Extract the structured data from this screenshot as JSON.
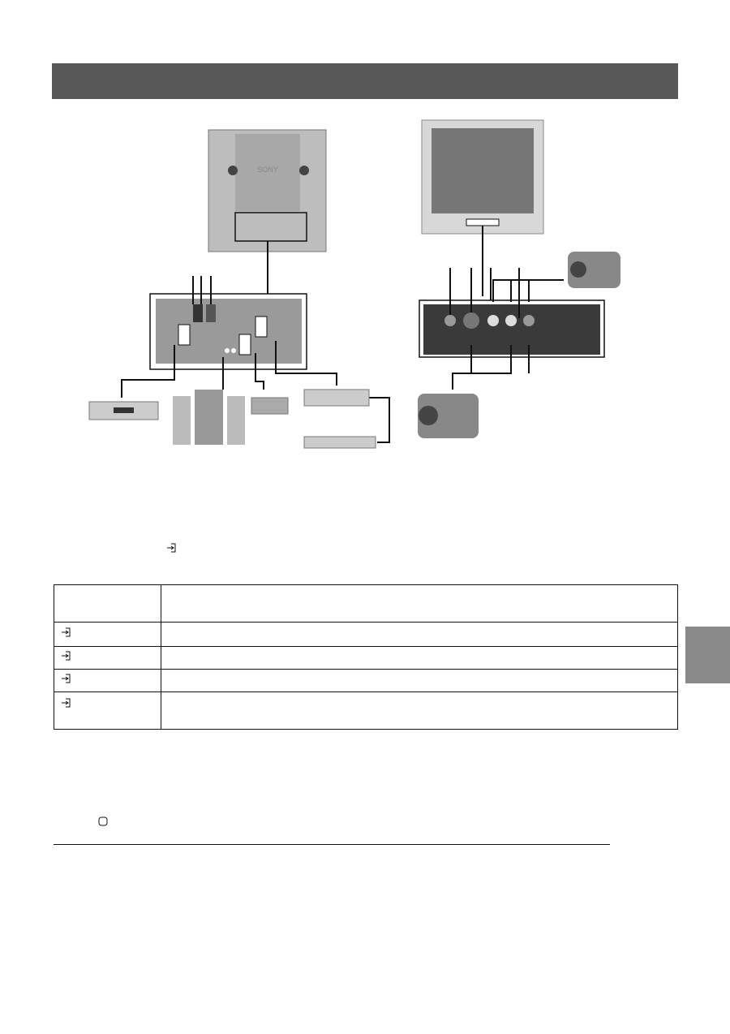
{
  "header": {
    "color": "#585858"
  },
  "side_tab": {
    "color": "#8a8a8a"
  },
  "diagram_left": {
    "brand_logo": "SONY",
    "devices": [
      "vcr",
      "hifi-system",
      "game-console",
      "decoder",
      "dvd-player"
    ]
  },
  "diagram_right": {
    "devices": [
      "camcorder-top",
      "camcorder-bottom"
    ],
    "front_panel_icons": [
      "headphones-icon",
      "s-video-icon",
      "video-input-icon",
      "audio-input-icon",
      "program-icon"
    ]
  },
  "inline_icons": [
    "input-icon",
    "tv-mode-icon"
  ],
  "table": {
    "rows": [
      {
        "icon": "none"
      },
      {
        "icon": "input-icon"
      },
      {
        "icon": "input-icon"
      },
      {
        "icon": "input-icon"
      },
      {
        "icon": "input-icon"
      }
    ]
  }
}
